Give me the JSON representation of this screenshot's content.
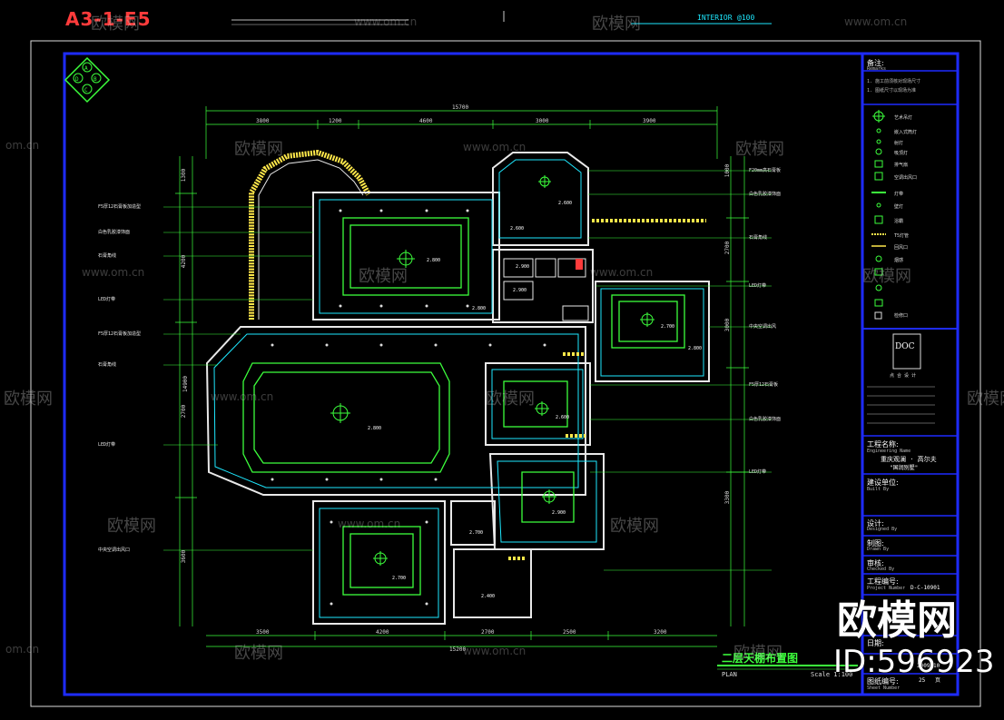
{
  "header": {
    "sheet_code": "A3-1-E5",
    "interior_tag": "INTERIOR",
    "interior_scale": "@100"
  },
  "watermark": {
    "brand": "欧模网",
    "domain": "www.om.cn",
    "short_domain": "om.cn",
    "big_brand": "欧模网",
    "id_label": "ID:596923"
  },
  "dimensions": {
    "top_total": "15700",
    "top_segments": [
      "3800",
      "1200",
      "4600",
      "3000",
      "3900"
    ],
    "bottom_total": "15200",
    "bottom_segments": [
      "3500",
      "4200",
      "2700",
      "2500",
      "3200"
    ],
    "left_total": "14900",
    "left_segments": [
      "1300",
      "4200",
      "2700",
      "3600"
    ],
    "right_segments": [
      "1000",
      "2700",
      "3000",
      "3300"
    ]
  },
  "room_marks": [
    "2.800",
    "2.800",
    "2.600",
    "2.600",
    "2.900",
    "2.900",
    "2.700",
    "2.800",
    "2.800",
    "2.600",
    "2.900",
    "2.700",
    "2.700",
    "2.400"
  ],
  "left_notes": [
    "F5厚12石膏板加造型",
    "白色乳胶漆饰面",
    "石膏角线",
    "LED灯带",
    "F5厚12石膏板加造型",
    "石膏角线",
    "LED灯带",
    "中央空调出风口"
  ],
  "right_notes": [
    "F20mm高石膏板",
    "白色乳胶漆饰面",
    "石膏角线",
    "LED灯带",
    "中央空调出风",
    "F5厚12石膏板",
    "白色乳胶漆饰面",
    "LED灯带"
  ],
  "drawing_title": {
    "cn": "二层天棚布置图",
    "en": "PLAN",
    "scale": "Scale 1:100"
  },
  "notes_panel": {
    "title": "备注:",
    "subtitle": "Remarks",
    "lines": [
      "1. 施工前须核对现场尺寸",
      "1. 图纸尺寸以现场为准"
    ]
  },
  "legend": [
    {
      "icon": "crosshair-light-icon",
      "label": "艺术吊灯"
    },
    {
      "icon": "downlight-icon",
      "label": "嵌入式筒灯"
    },
    {
      "icon": "spotlight-icon",
      "label": "射灯"
    },
    {
      "icon": "ceiling-lamp-icon",
      "label": "吸顶灯"
    },
    {
      "icon": "exhaust-fan-icon",
      "label": "排气扇"
    },
    {
      "icon": "vent-icon",
      "label": "空调出风口"
    },
    {
      "icon": "strip-light-icon",
      "label": "灯带"
    },
    {
      "icon": "wall-lamp-icon",
      "label": "壁灯"
    },
    {
      "icon": "heater-icon",
      "label": "浴霸"
    },
    {
      "icon": "line-light-icon",
      "label": "T5灯管"
    },
    {
      "icon": "return-air-icon",
      "label": "回风口"
    },
    {
      "icon": "smoke-detector-icon",
      "label": "烟感"
    },
    {
      "icon": "access-panel-icon",
      "label": "检修口"
    }
  ],
  "title_block": {
    "logo_text": "DOC",
    "company_cn": "点 合 设 计",
    "project_label": "工程名称:",
    "project_label_en": "Engineering Name",
    "project_name": "重庆观澜 · 高尔夫",
    "project_sub": "\"国润别墅\"",
    "unit_label": "建设单位:",
    "unit_label_en": "Built By",
    "design_label": "设计:",
    "design_label_en": "Designed By",
    "draw_label": "制图:",
    "draw_label_en": "Drawn By",
    "check_label": "审核:",
    "check_label_en": "Checked By",
    "project_no_label": "工程编号:",
    "project_no_label_en": "Project Number",
    "project_no": "D-C-10901",
    "date_label": "日期:",
    "date_value": "2009.10",
    "sheet_no_label": "图纸编号:",
    "sheet_no_label_en": "Sheet Number",
    "sheet_no": "25",
    "sheet_unit": "页"
  },
  "colors": {
    "frame_blue": "#1e2bff",
    "wall_white": "#e9e9e9",
    "ceiling_green": "#3cff3c",
    "accent_cyan": "#1ee8ff",
    "yellow_detail": "#ffe84a",
    "red_code": "#ff3b3b"
  }
}
